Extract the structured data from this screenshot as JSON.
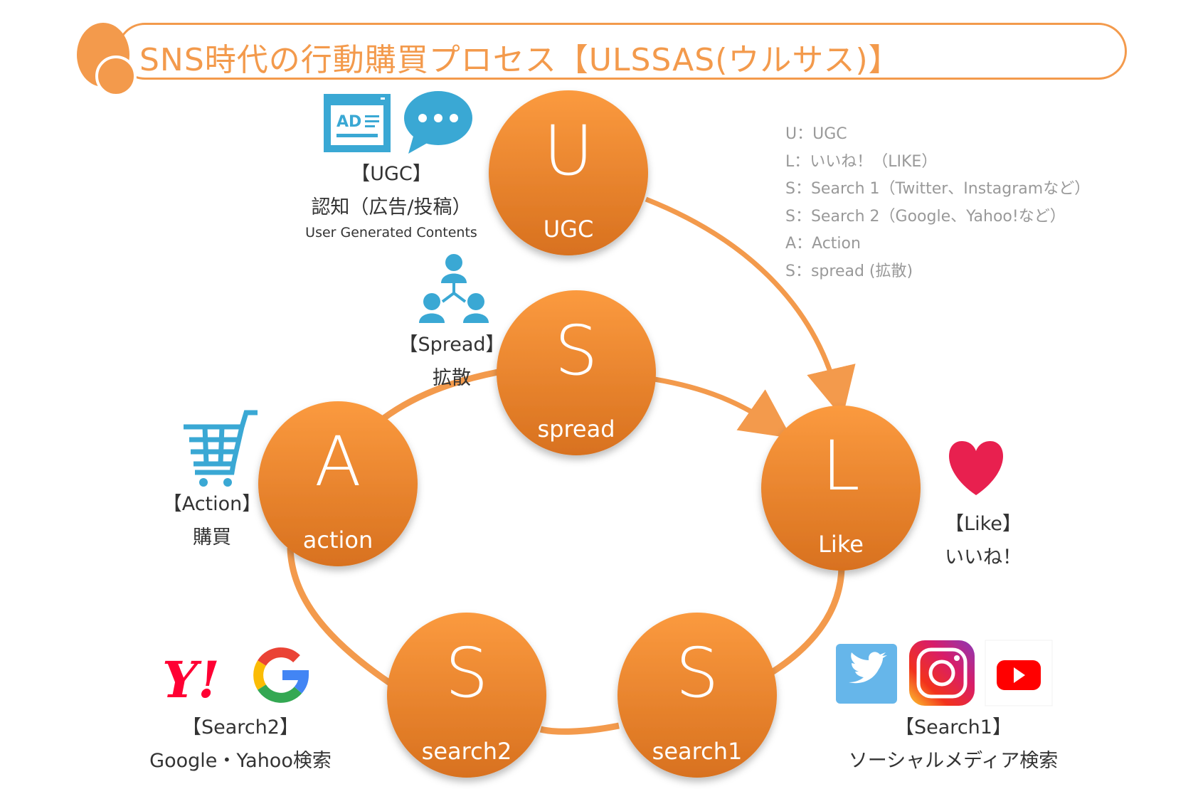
{
  "title": "SNS時代の行動購買プロセス【ULSSAS(ウルサス)】",
  "colors": {
    "accent": "#f39a4c",
    "node_top": "#fb9a3f",
    "node_bottom": "#d8711f",
    "icon_blue": "#3aa8d4",
    "legend_text": "#999999",
    "heart": "#e8204f"
  },
  "legend": [
    "U：UGC",
    "L：いいね！（LIKE）",
    "S：Search 1（Twitter、Instagramなど）",
    "S：Search 2（Google、Yahoo!など）",
    "A：Action",
    "S：spread (拡散)"
  ],
  "nodes": [
    {
      "id": "ugc",
      "letter": "U",
      "label": "UGC"
    },
    {
      "id": "like",
      "letter": "L",
      "label": "Like"
    },
    {
      "id": "search1",
      "letter": "S",
      "label": "search1"
    },
    {
      "id": "search2",
      "letter": "S",
      "label": "search2"
    },
    {
      "id": "action",
      "letter": "A",
      "label": "action"
    },
    {
      "id": "spread",
      "letter": "S",
      "label": "spread"
    }
  ],
  "captions": {
    "ugc": {
      "title": "【UGC】",
      "sub": "認知（広告/投稿）",
      "extra": "User Generated Contents",
      "icons": [
        "ad-icon",
        "speech-bubble-icon"
      ]
    },
    "spread": {
      "title": "【Spread】",
      "sub": "拡散",
      "icons": [
        "people-network-icon"
      ]
    },
    "action": {
      "title": "【Action】",
      "sub": "購買",
      "icons": [
        "shopping-cart-icon"
      ]
    },
    "like": {
      "title": "【Like】",
      "sub": "いいね！",
      "icons": [
        "heart-icon"
      ]
    },
    "search1": {
      "title": "【Search1】",
      "sub": "ソーシャルメディア検索",
      "icons": [
        "twitter-icon",
        "instagram-icon",
        "youtube-icon"
      ]
    },
    "search2": {
      "title": "【Search2】",
      "sub": "Google・Yahoo検索",
      "icons": [
        "yahoo-icon",
        "google-icon"
      ]
    }
  },
  "icon_text": {
    "ad": "AD",
    "yahoo": "Y!"
  }
}
